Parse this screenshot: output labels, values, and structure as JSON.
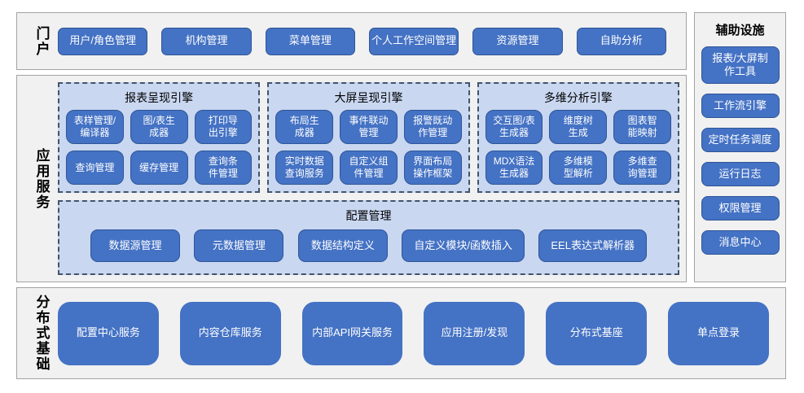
{
  "colors": {
    "button_blue": "#4472c4",
    "button_border": "#2f5597",
    "panel_blue": "#c9d7f1",
    "panel_dash_border": "#44546a",
    "section_bg": "#f1f1f1",
    "section_border": "#a3a3a3"
  },
  "portal": {
    "label": "门户",
    "items": [
      "用户/角色管理",
      "机构管理",
      "菜单管理",
      "个人工作空间管理",
      "资源管理",
      "自助分析"
    ]
  },
  "aux": {
    "title": "辅助设施",
    "items": [
      "报表/大屏制\n作工具",
      "工作流引擎",
      "定时任务调度",
      "运行日志",
      "权限管理",
      "消息中心"
    ]
  },
  "app": {
    "label": "应用服务",
    "engines": [
      {
        "title": "报表呈现引擎",
        "items": [
          "表样管理/\n编译器",
          "图/表生\n成器",
          "打印导\n出引擎",
          "查询管理",
          "缓存管理",
          "查询条\n件管理"
        ]
      },
      {
        "title": "大屏呈现引擎",
        "items": [
          "布局生\n成器",
          "事件联动\n管理",
          "报警既动\n作管理",
          "实时数据\n查询服务",
          "自定义组\n件管理",
          "界面布局\n操作框架"
        ]
      },
      {
        "title": "多维分析引擎",
        "items": [
          "交互图/表\n生成器",
          "维度树\n生成",
          "图表智\n能映射",
          "MDX语法\n生成器",
          "多维模\n型解析",
          "多维查\n询管理"
        ]
      }
    ],
    "config": {
      "title": "配置管理",
      "items": [
        "数据源管理",
        "元数据管理",
        "数据结构定义",
        "自定义模块/函数插入",
        "EEL表达式解析器"
      ]
    }
  },
  "foundation": {
    "label": "分布式基础",
    "items": [
      "配置中心服务",
      "内容仓库服务",
      "内部API网关服务",
      "应用注册/发现",
      "分布式基座",
      "单点登录"
    ]
  }
}
